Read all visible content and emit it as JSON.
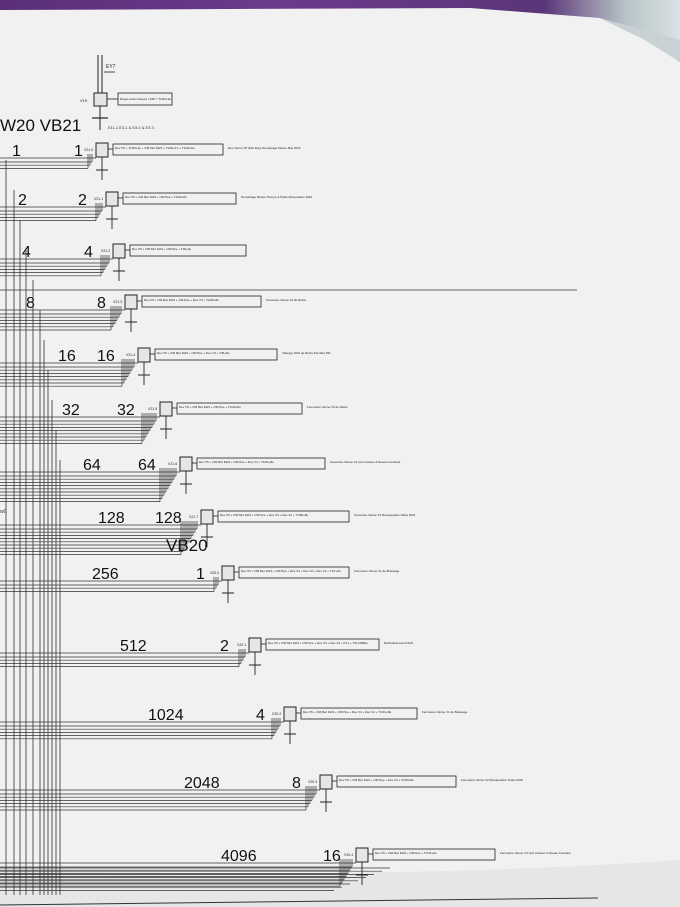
{
  "header": {
    "block_ref": "VB20",
    "title": "W20 VB21",
    "bus_code": "E11.1  E3.1 & E3.2 & E3.3",
    "top_id": "EY7"
  },
  "top_block": {
    "id": "V19",
    "box": "Repos Action Repos / DIR = T1/60+9u"
  },
  "rungs_a": [
    {
      "n1": "1",
      "n2": "1",
      "step": "V21.0",
      "cond": "Dev V5 + T1/60+9u + OM Mot DHS + T1/60+Tu + T1/60+9u",
      "note": "Dev Vanne V5 (Mot Dep) Demarrage Moteur Bas DHS"
    },
    {
      "n1": "2",
      "n2": "2",
      "step": "V21.1",
      "cond": "Dev V5 + OM Mot DHS + OM Ppe + T1/60+8u",
      "note": "Demarrage Moteur Pompe & Pales Alimentation DHS"
    },
    {
      "n1": "4",
      "n2": "4",
      "step": "V21.2",
      "cond": "Dev V5 + OM Mot DHS + OM Ppe + T30+9u",
      "note": ""
    },
    {
      "n1": "8",
      "n2": "8",
      "step": "V21.3",
      "cond": "Dev V5 + OM Mot DHS + OM Ppe + Dev V3 + T1/60+8u",
      "note": "Ouverture Vanne V3 de Refus"
    },
    {
      "n1": "16",
      "n2": "16",
      "step": "V21.4",
      "cond": "Dev V5 + OM Mot DHS + OM Ppe + Dev V3 + T45+8u",
      "note": "Vidange DHS de Refus Pendant 25s"
    },
    {
      "n1": "32",
      "n2": "32",
      "step": "V21.5",
      "cond": "Dev V5 + OM Mot DHS + OM Ppe + T1/60+8u",
      "note": "Fermeture Vanne V3 de Refus"
    },
    {
      "n1": "64",
      "n2": "64",
      "step": "V21.6",
      "cond": "Dev V5 + OM Mot DHS + OM Ppe + Dev V4 + T1/61+8u",
      "note": "Ouverture Vanne V4 vers Cuiseur A Niveau Constant"
    },
    {
      "n1": "128",
      "n2": "128",
      "step": "V21.7",
      "cond": "Dev V5 + OM Mot DHS + OM Ppe + Dev V4 + Dev V2 + T1/60+8u",
      "note": "Ouverture Vanne V2 Recuperation Pales DHS"
    }
  ],
  "mid_label": "VB20",
  "rungs_b": [
    {
      "n1": "256",
      "n2": "1",
      "step": "V20.0",
      "cond": "Dev V5 + OM Mot DHS + OM Ppe + Dev V4 + Dev V2 + Dev V1 + T1/1+8u",
      "note": "Fermeture Vanne V1 de Brassage"
    },
    {
      "n1": "512",
      "n2": "2",
      "step": "V20.1",
      "cond": "Dev V5 + OM Mot DHS + OM Ppe + Dev V4 + Dev V2 + FV1 + T41+9999u",
      "note": "Refroidissement DHS"
    },
    {
      "n1": "1024",
      "n2": "4",
      "step": "V20.2",
      "cond": "Dev V5 + OM Mot DHS + OM Ppe + Dev V4 + Dev V2 + T1/31+8u",
      "note": "Fermeture Vanne V1 de Brassage"
    },
    {
      "n1": "2048",
      "n2": "8",
      "step": "V20.3",
      "cond": "Dev V5 + OM Mot DHS + OM Ppe + Dev V4 + T1/60+8u",
      "note": "Fermeture Vanne V2 Recuperation Pales DHS"
    },
    {
      "n1": "4096",
      "n2": "16",
      "step": "V20.4",
      "cond": "Dev V5 + OM Mot DHS + OM Ppe + T1/31+8u",
      "note": "Fermeture Vanne V4 vers Cuiseur A Niveau Constant"
    }
  ],
  "side_label": "w0"
}
